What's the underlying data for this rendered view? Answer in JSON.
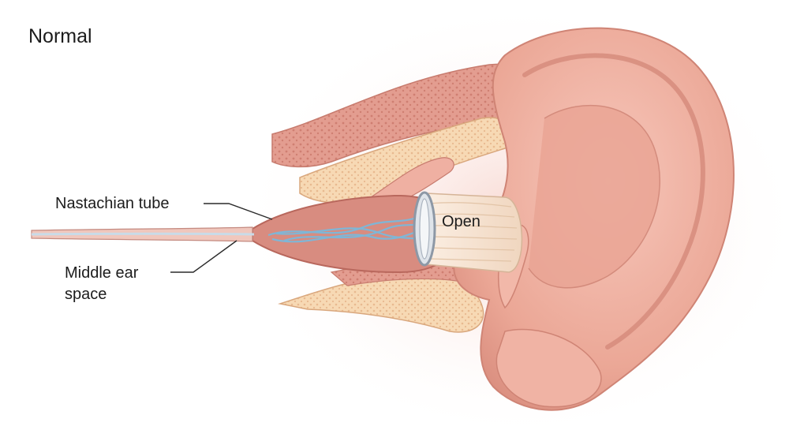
{
  "title": "Normal",
  "labels": {
    "tube": "Nastachian tube",
    "middle_line1": "Middle ear",
    "middle_line2": "space",
    "open": "Open"
  },
  "colors": {
    "skin": "#f0b6a8",
    "skin_dark": "#d98d7e",
    "bone": "#f7d9b4",
    "muscle": "#e59a8e",
    "canal": "#f6e2cf",
    "tube_blue": "#7fb6d6",
    "leader": "#2a2a2a"
  }
}
